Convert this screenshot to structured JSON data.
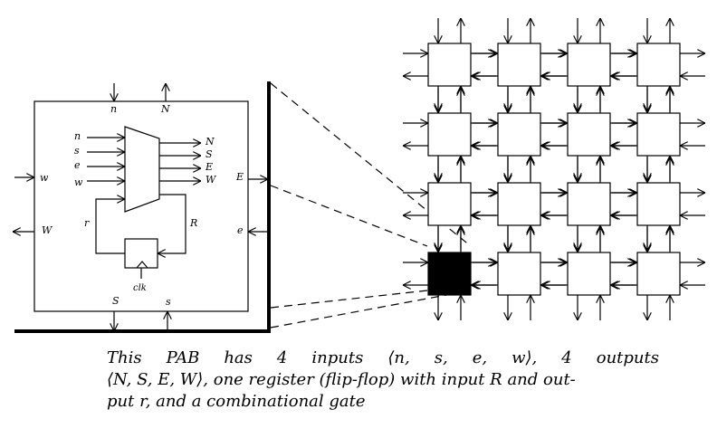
{
  "pab": {
    "inputs": [
      "n",
      "s",
      "e",
      "w"
    ],
    "outputs": [
      "N",
      "S",
      "E",
      "W"
    ],
    "edge_labels": {
      "top_in": "n",
      "top_out": "N",
      "left_in": "w",
      "left_out": "W",
      "right_out": "E",
      "right_in": "e",
      "bottom_out": "S",
      "bottom_in": "s"
    },
    "feedback_in": "r",
    "feedback_out": "R",
    "clock": "clk"
  },
  "grid": {
    "rows": 4,
    "cols": 4,
    "highlighted": {
      "row": 3,
      "col": 0
    }
  },
  "caption": {
    "line1": "This PAB has 4 inputs ⟨n, s, e, w⟩, 4 outputs",
    "line2": "⟨N, S, E, W⟩, one register (flip-flop) with input R and out-",
    "line3": "put r, and a combinational gate"
  }
}
